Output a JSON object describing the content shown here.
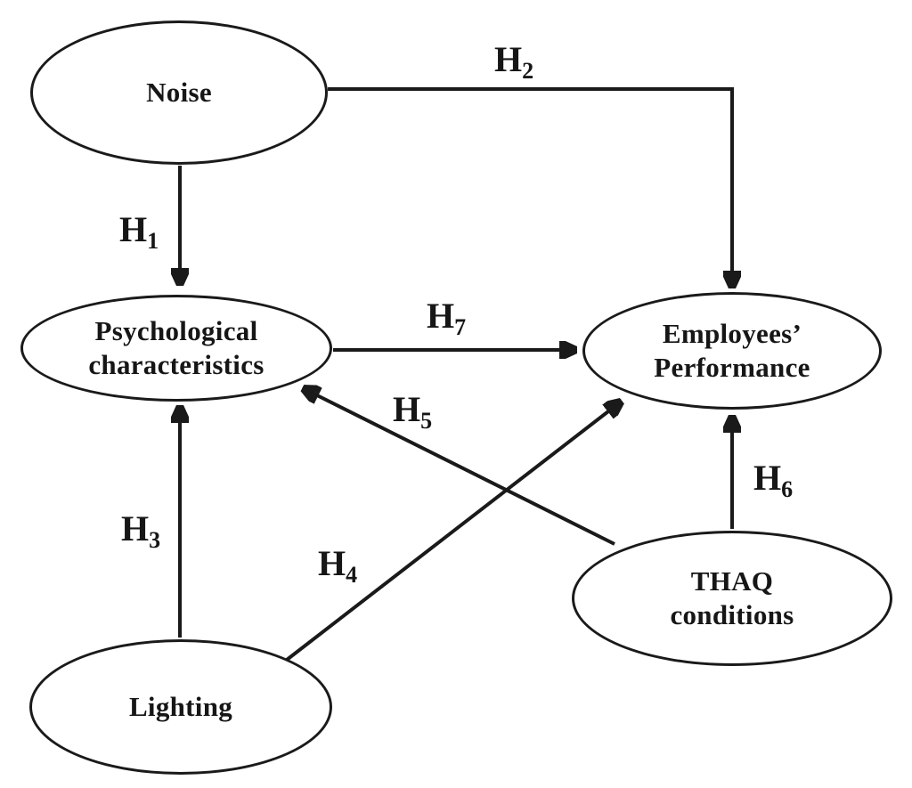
{
  "figure": {
    "type": "hypothesis-path-diagram",
    "background_color": "#ffffff",
    "line_color": "#1a1a1a",
    "nodes": {
      "noise": {
        "label": "Noise"
      },
      "psych": {
        "label": "Psychological\ncharacteristics"
      },
      "lighting": {
        "label": "Lighting"
      },
      "performance": {
        "label": "Employees’\nPerformance"
      },
      "thaq": {
        "label": "THAQ\nconditions"
      }
    },
    "hypotheses": {
      "h1": {
        "main": "H",
        "sub": "1"
      },
      "h2": {
        "main": "H",
        "sub": "2"
      },
      "h3": {
        "main": "H",
        "sub": "3"
      },
      "h4": {
        "main": "H",
        "sub": "4"
      },
      "h5": {
        "main": "H",
        "sub": "5"
      },
      "h6": {
        "main": "H",
        "sub": "6"
      },
      "h7": {
        "main": "H",
        "sub": "7"
      }
    },
    "edges": [
      {
        "hypothesis": "H1",
        "from": "Noise",
        "to": "Psychological characteristics"
      },
      {
        "hypothesis": "H2",
        "from": "Noise",
        "to": "Employees’ Performance"
      },
      {
        "hypothesis": "H3",
        "from": "Lighting",
        "to": "Psychological characteristics"
      },
      {
        "hypothesis": "H4",
        "from": "Lighting",
        "to": "Employees’ Performance"
      },
      {
        "hypothesis": "H5",
        "from": "THAQ conditions",
        "to": "Psychological characteristics"
      },
      {
        "hypothesis": "H6",
        "from": "THAQ conditions",
        "to": "Employees’ Performance"
      },
      {
        "hypothesis": "H7",
        "from": "Psychological characteristics",
        "to": "Employees’ Performance"
      }
    ]
  }
}
